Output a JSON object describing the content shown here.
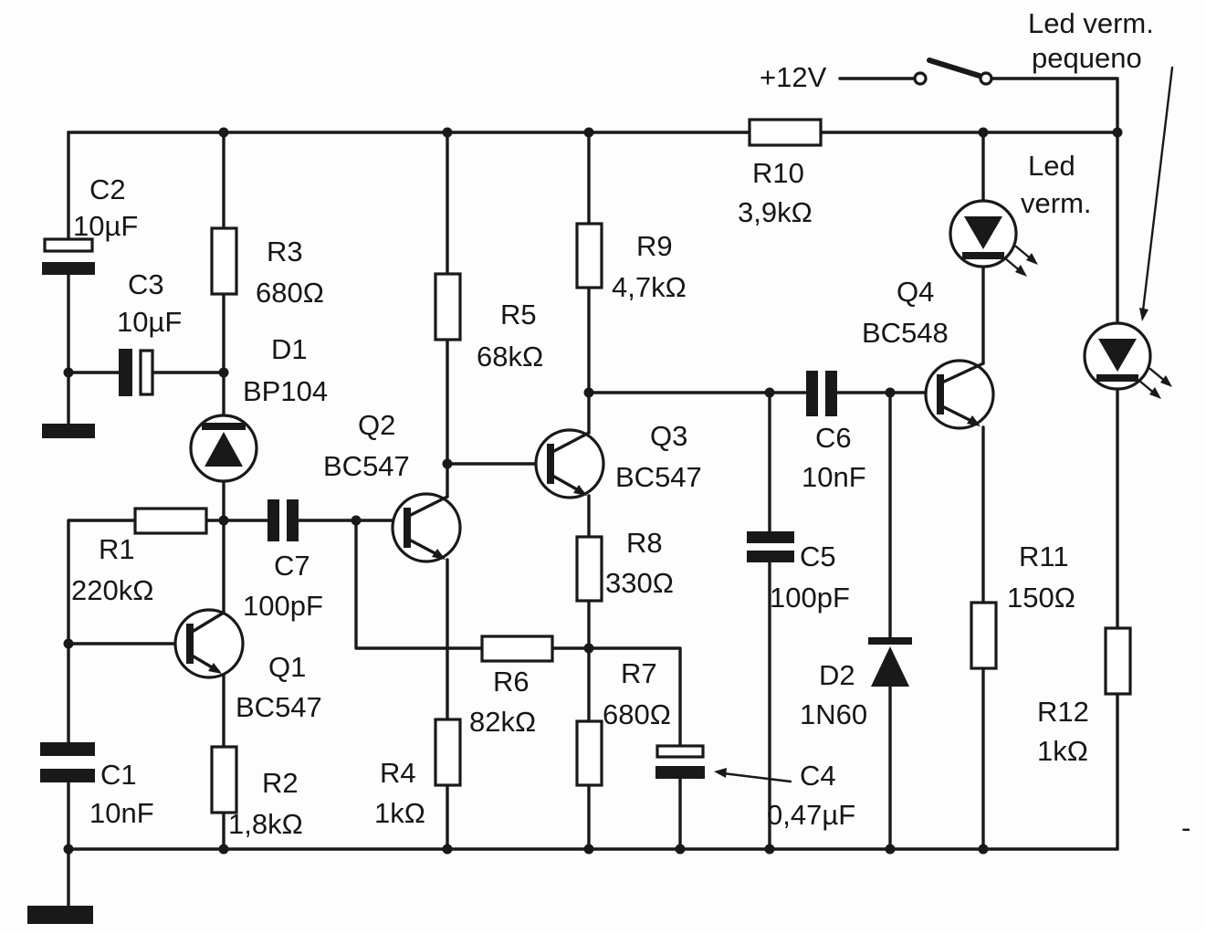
{
  "power": {
    "supply": "+12V",
    "negative": "-"
  },
  "components": {
    "R1": {
      "ref": "R1",
      "value": "220kΩ"
    },
    "R2": {
      "ref": "R2",
      "value": "1,8kΩ"
    },
    "R3": {
      "ref": "R3",
      "value": "680Ω"
    },
    "R4": {
      "ref": "R4",
      "value": "1kΩ"
    },
    "R5": {
      "ref": "R5",
      "value": "68kΩ"
    },
    "R6": {
      "ref": "R6",
      "value": "82kΩ"
    },
    "R7": {
      "ref": "R7",
      "value": "680Ω"
    },
    "R8": {
      "ref": "R8",
      "value": "330Ω"
    },
    "R9": {
      "ref": "R9",
      "value": "4,7kΩ"
    },
    "R10": {
      "ref": "R10",
      "value": "3,9kΩ"
    },
    "R11": {
      "ref": "R11",
      "value": "150Ω"
    },
    "R12": {
      "ref": "R12",
      "value": "1kΩ"
    },
    "C1": {
      "ref": "C1",
      "value": "10nF"
    },
    "C2": {
      "ref": "C2",
      "value": "10µF"
    },
    "C3": {
      "ref": "C3",
      "value": "10µF"
    },
    "C4": {
      "ref": "C4",
      "value": "0,47µF"
    },
    "C5": {
      "ref": "C5",
      "value": "100pF"
    },
    "C6": {
      "ref": "C6",
      "value": "10nF"
    },
    "C7": {
      "ref": "C7",
      "value": "100pF"
    },
    "Q1": {
      "ref": "Q1",
      "value": "BC547"
    },
    "Q2": {
      "ref": "Q2",
      "value": "BC547"
    },
    "Q3": {
      "ref": "Q3",
      "value": "BC547"
    },
    "Q4": {
      "ref": "Q4",
      "value": "BC548"
    },
    "D1": {
      "ref": "D1",
      "value": "BP104"
    },
    "D2": {
      "ref": "D2",
      "value": "1N60"
    }
  },
  "leds": {
    "main": {
      "line1": "Led",
      "line2": "verm."
    },
    "small": {
      "line1": "Led verm.",
      "line2": "pequeno"
    }
  }
}
